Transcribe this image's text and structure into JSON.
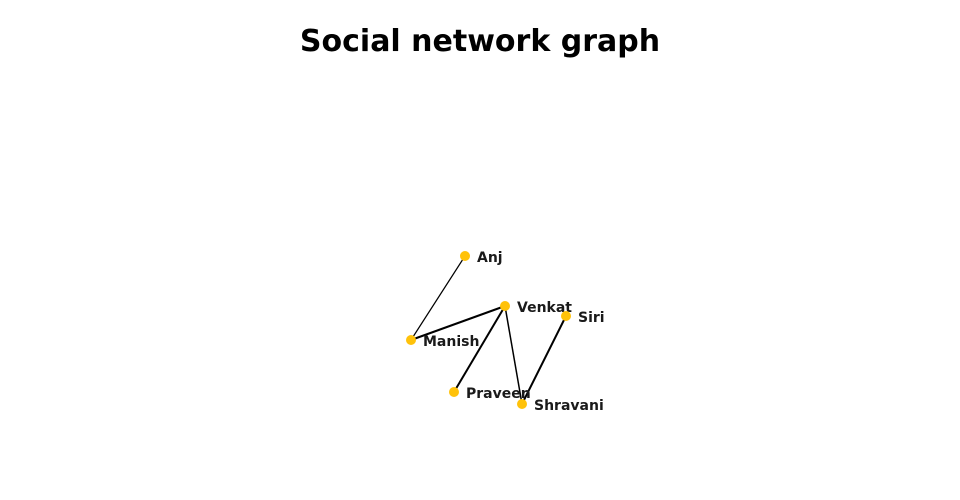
{
  "title": "Social network graph",
  "colors": {
    "node": "#FFC20A",
    "edge": "#000000",
    "label": "#1a1a1a"
  },
  "nodes": [
    "Anj",
    "Venkat",
    "Siri",
    "Manish",
    "Praveen",
    "Shravani"
  ],
  "edges": [
    {
      "source": "Anj",
      "target": "Manish"
    },
    {
      "source": "Manish",
      "target": "Venkat"
    },
    {
      "source": "Venkat",
      "target": "Praveen"
    },
    {
      "source": "Venkat",
      "target": "Shravani"
    },
    {
      "source": "Siri",
      "target": "Shravani"
    }
  ]
}
